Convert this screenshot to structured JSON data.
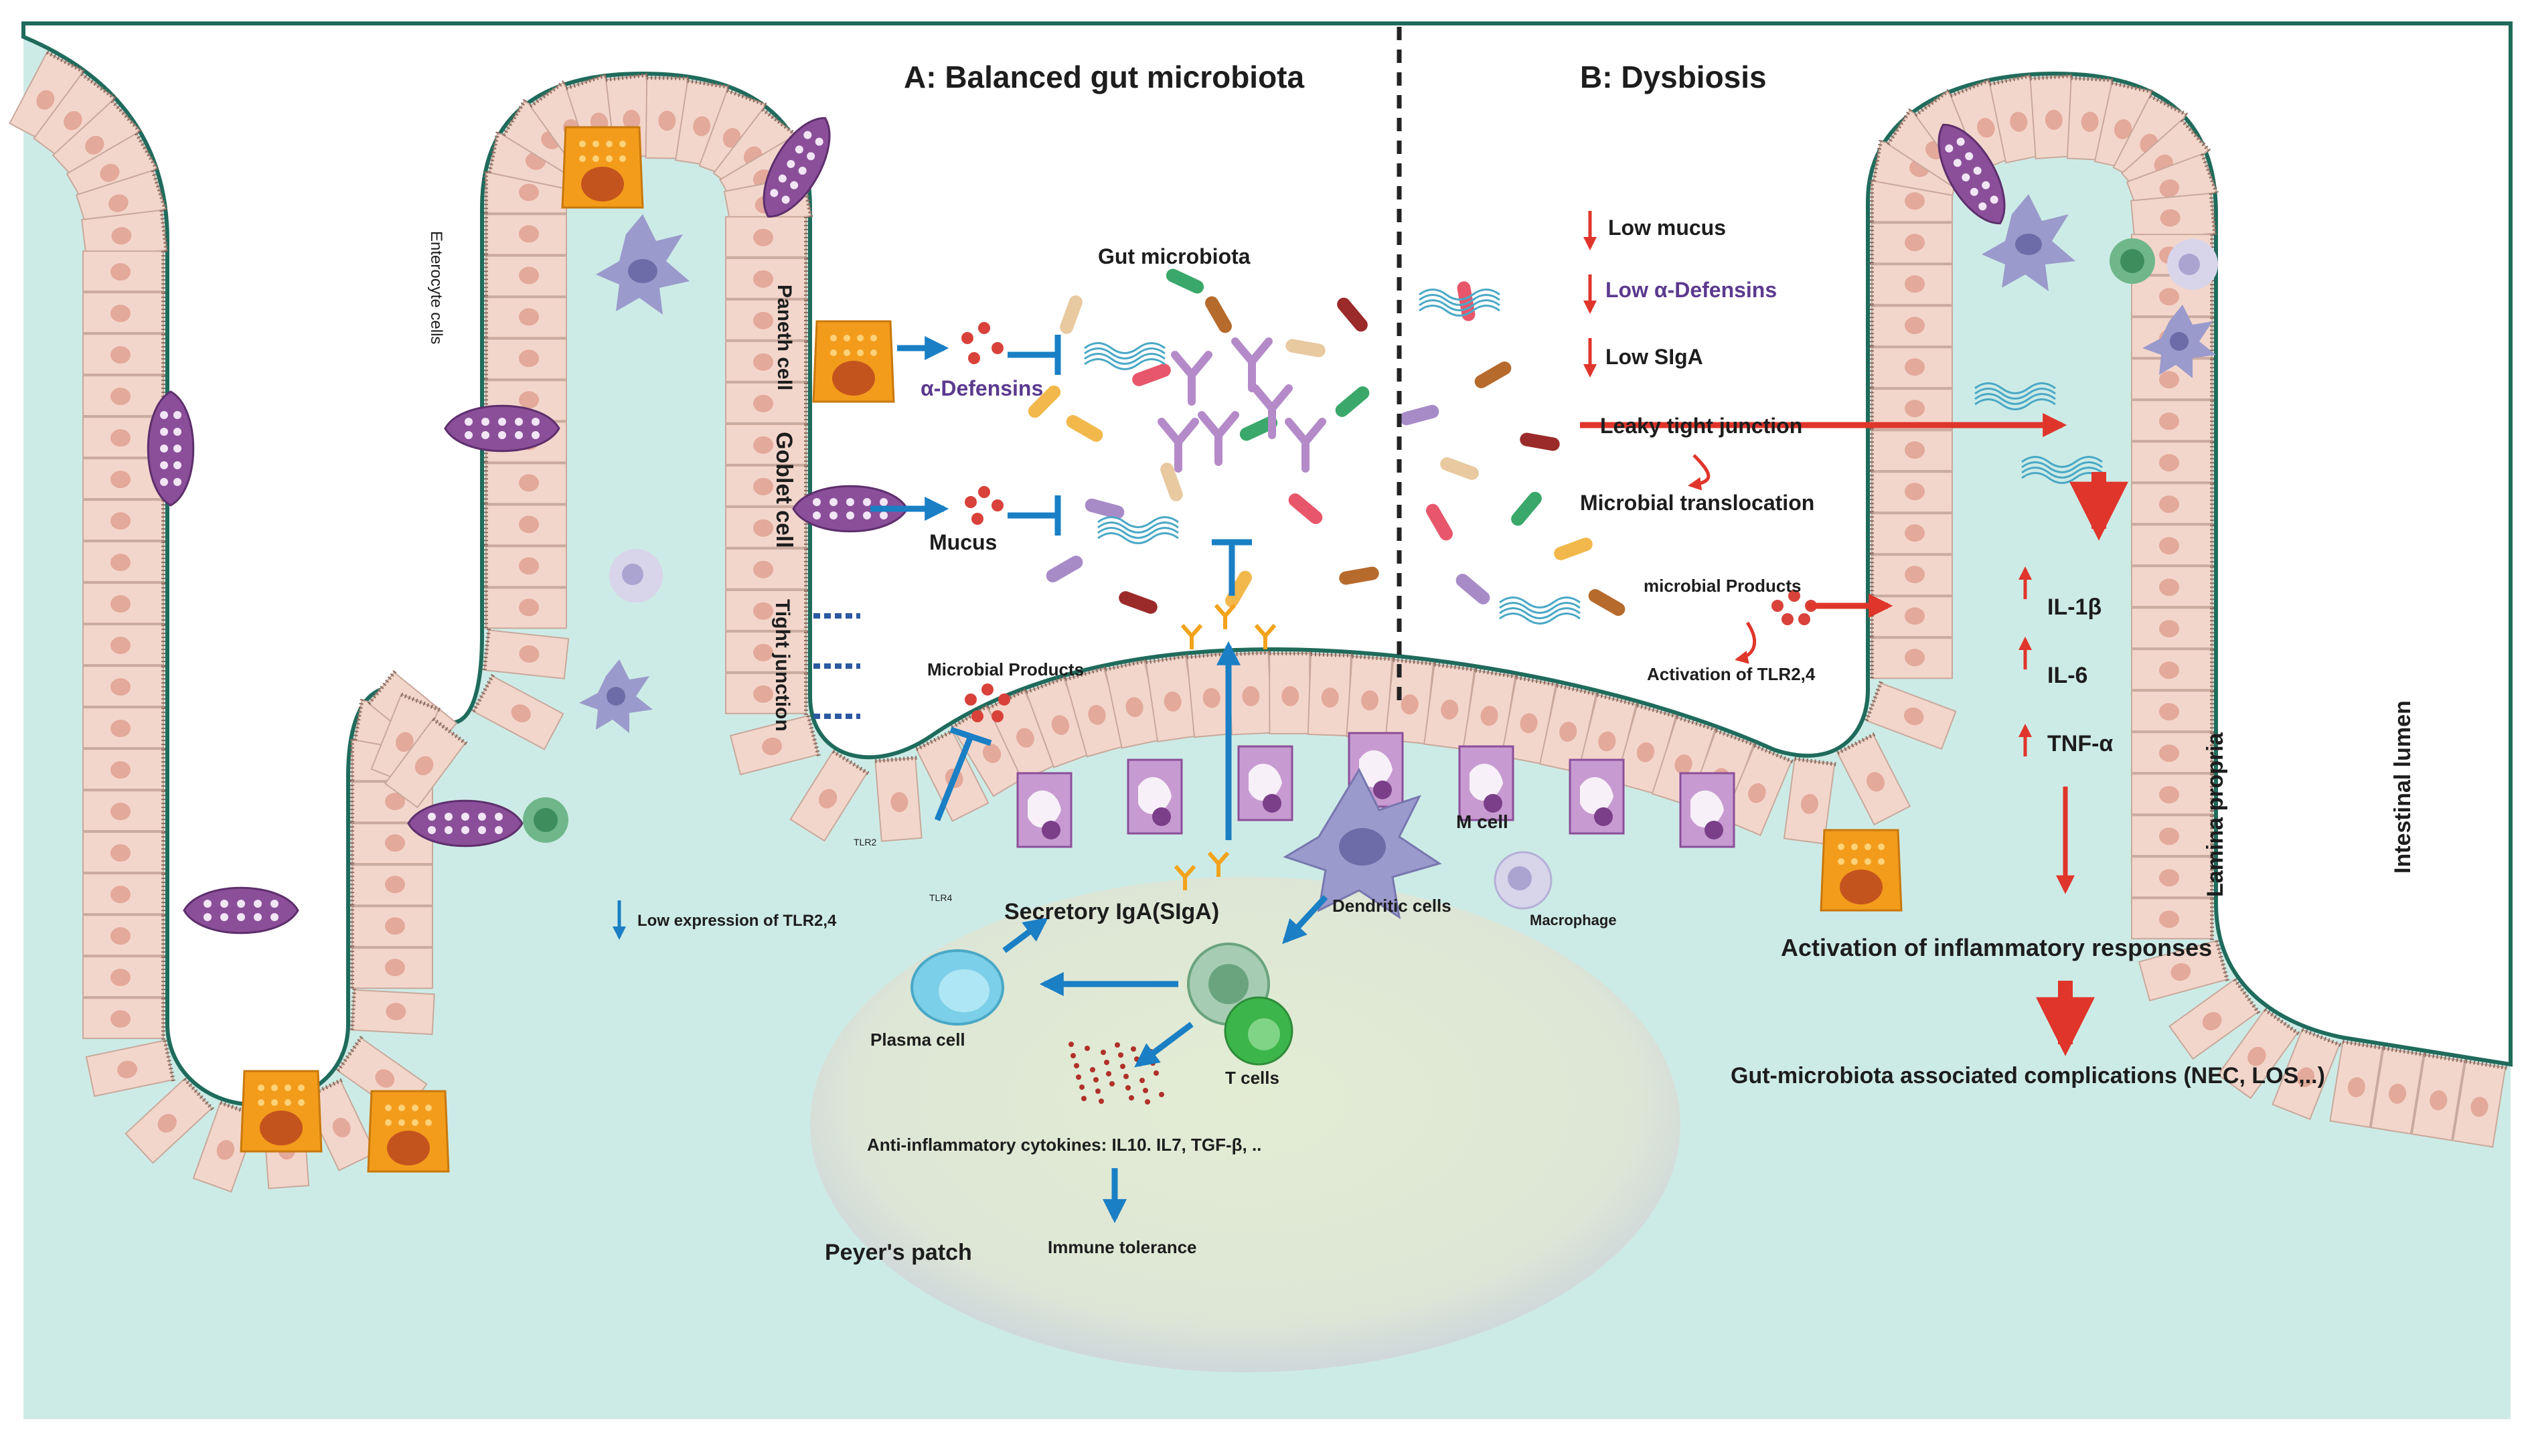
{
  "titles": {
    "balanced": "A: Balanced gut microbiota",
    "dysbiosis": "B: Dysbiosis"
  },
  "balanced": {
    "enterocyte_cells": "Enterocyte cells",
    "paneth_cell": "Paneth cell",
    "goblet_cell": "Goblet cell",
    "tight_junction": "Tight junction",
    "gut_microbiota": "Gut microbiota",
    "alpha_defensins": "α-Defensins",
    "mucus": "Mucus",
    "microbial_products": "Microbial Products",
    "tlr2": "TLR2",
    "tlr4": "TLR4",
    "low_expression": "Low expression of TLR2,4",
    "secretory_iga": "Secretory IgA(SIgA)",
    "dendritic_cells": "Dendritic cells",
    "m_cell": "M cell",
    "macrophage": "Macrophage",
    "plasma_cell": "Plasma cell",
    "t_cells": "T cells",
    "anti_inflammatory": "Anti-inflammatory cytokines: IL10. IL7, TGF-β, ..",
    "immune_tolerance": "Immune tolerance",
    "peyers_patch": "Peyer's patch"
  },
  "dysbiosis": {
    "low_mucus": "Low mucus",
    "low_defensins": "Low α-Defensins",
    "low_siga": "Low SIgA",
    "leaky_tight_junction": "Leaky tight junction",
    "microbial_translocation": "Microbial translocation",
    "microbial_products": "microbial Products",
    "activation_tlr": "Activation of TLR2,4",
    "il1b": "IL-1β",
    "il6": "IL-6",
    "tnfa": "TNF-α",
    "activation_inflammatory": "Activation of inflammatory responses",
    "complications": "Gut-microbiota associated complications (NEC, LOS,..)",
    "lamina_propria": "Lamina propria",
    "intestinal_lumen": "Intestinal lumen"
  },
  "colors": {
    "tissue": "#cdebe6",
    "tissue_stroke": "#1f6b5c",
    "epithelium": "#f3d6cb",
    "nucleus": "#e3a99a",
    "paneth": "#f39c1b",
    "goblet": "#8b4f9a",
    "balanced_arrow": "#1a7fc4",
    "dysbiosis_arrow": "#e0352b",
    "defensin_text": "#5b3a8f",
    "patch": "#dde8cf"
  }
}
